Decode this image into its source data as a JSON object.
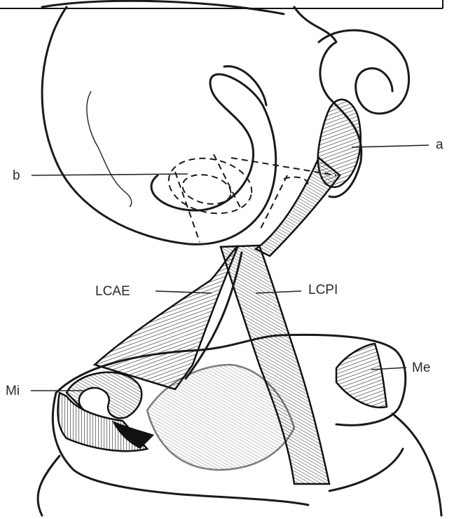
{
  "labels": {
    "a": "a",
    "b": "b",
    "lcae": "LCAE",
    "lcpi": "LCPI",
    "mi": "Mi",
    "me": "Me"
  }
}
